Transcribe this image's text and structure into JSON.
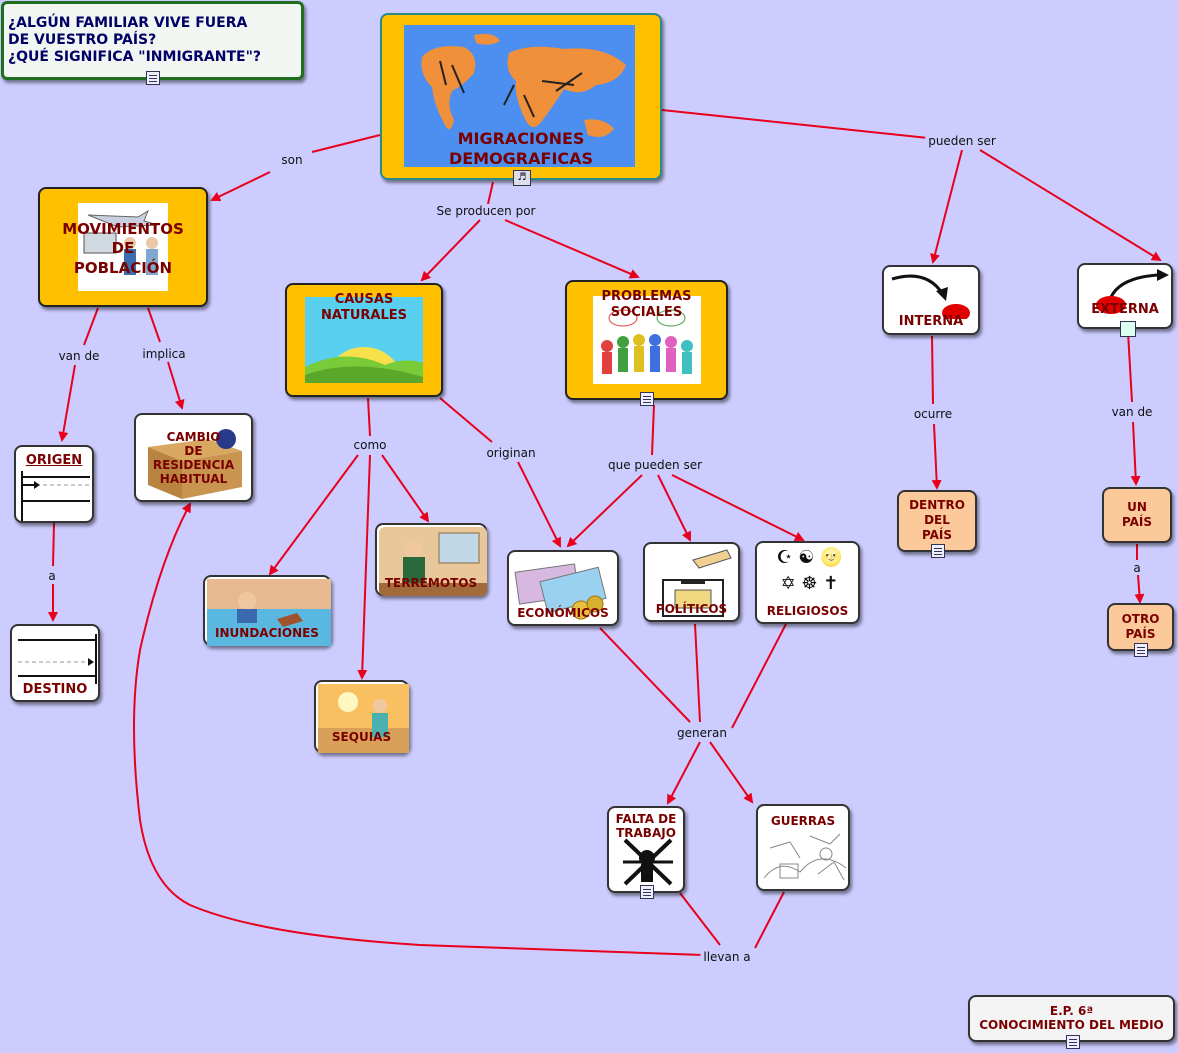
{
  "question_box": {
    "line1": "¿ALGÚN FAMILIAR VIVE FUERA",
    "line2": "DE VUESTRO PAÍS?",
    "line3": "¿QUÉ SIGNIFICA  \"INMIGRANTE\"?"
  },
  "central": {
    "line1": "MIGRACIONES",
    "line2": "DEMOGRAFICAS"
  },
  "nodes": {
    "movimientos": {
      "line1": "MOVIMIENTOS",
      "line2": "DE",
      "line3": "POBLACIÓN"
    },
    "causas": {
      "line1": "CAUSAS",
      "line2": "NATURALES"
    },
    "problemas": {
      "line1": "PROBLEMAS",
      "line2": "SOCIALES"
    },
    "interna": "INTERNA",
    "externa": "EXTERNA",
    "origen": "ORIGEN",
    "destino": "DESTINO",
    "cambio": {
      "line1": "CAMBIO",
      "line2": "DE",
      "line3": "RESIDENCIA",
      "line4": "HABITUAL"
    },
    "terremotos": "TERREMOTOS",
    "inundaciones": "INUNDACIONES",
    "sequias": "SEQUIAS",
    "economicos": "ECONÓMICOS",
    "politicos": "POLÍTICOS",
    "religiosos": "RELIGIOSOS",
    "dentro": {
      "line1": "DENTRO",
      "line2": "DEL",
      "line3": "PAÍS"
    },
    "un_pais": {
      "line1": "UN",
      "line2": "PAÍS"
    },
    "otro_pais": {
      "line1": "OTRO",
      "line2": "PAÍS"
    },
    "falta": {
      "line1": "FALTA DE",
      "line2": "TRABAJO"
    },
    "guerras": "GUERRAS",
    "footer": {
      "line1": "E.P. 6ª",
      "line2": "CONOCIMIENTO DEL MEDIO"
    }
  },
  "links": {
    "son": "son",
    "se_producen_por": "Se producen por",
    "pueden_ser": "pueden ser",
    "van_de_left": "van de",
    "implica": "implica",
    "a_left": "a",
    "como": "como",
    "originan": "originan",
    "que_pueden_ser": "que pueden ser",
    "ocurre": "ocurre",
    "van_de_right": "van de",
    "a_right": "a",
    "generan": "generan",
    "llevan_a": "llevan a"
  },
  "colors": {
    "background": "#ccccff",
    "link": "#e8001c",
    "title_text": "#7a0000",
    "yellow_node": "#ffc000",
    "peach_node": "#fcc99a",
    "question_text": "#000066",
    "question_border": "#1e6e1e"
  }
}
